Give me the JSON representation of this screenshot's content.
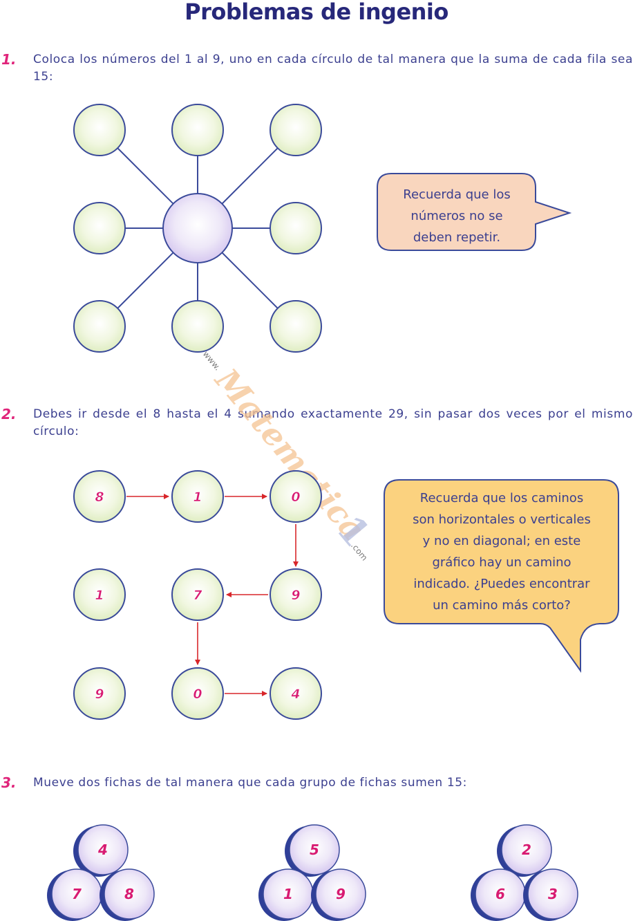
{
  "title": "Problemas de ingenio",
  "problems": [
    {
      "number": "1.",
      "text": "Coloca los números del 1 al 9, uno en cada círculo de tal manera que la suma de cada fila sea 15:"
    },
    {
      "number": "2.",
      "text": "Debes ir desde el 8 hasta el 4 sumando exactamente 29, sin pasar dos veces por el mismo círculo:"
    },
    {
      "number": "3.",
      "text": "Mueve dos fichas de tal manera que cada grupo de fichas sumen 15:"
    }
  ],
  "bubble1": {
    "lines": [
      "Recuerda que los",
      "números no se",
      "deben repetir."
    ]
  },
  "bubble2": {
    "lines": [
      "Recuerda que los caminos",
      "son horizontales o verticales",
      "y no en diagonal; en este",
      "gráfico hay un camino",
      "indicado. ¿Puedes encontrar",
      "un camino más corto?"
    ]
  },
  "grid2": [
    [
      "8",
      "1",
      "0"
    ],
    [
      "1",
      "7",
      "9"
    ],
    [
      "9",
      "0",
      "4"
    ]
  ],
  "groups3": [
    {
      "top": "4",
      "left": "7",
      "right": "8"
    },
    {
      "top": "5",
      "left": "1",
      "right": "9"
    },
    {
      "top": "2",
      "left": "6",
      "right": "3"
    }
  ],
  "watermark": {
    "prefix": "www.",
    "name": "Matematica",
    "mark": "1",
    "suffix": ".com"
  },
  "colors": {
    "title": "#27287a",
    "text": "#3b3f8f",
    "number": "#e0247a",
    "circle_fill": "#eef6dc",
    "circle_stroke": "#3a4a9a",
    "arrow": "#d8262a",
    "bubble1": "#f9d6be",
    "bubble2": "#fbd27f"
  }
}
